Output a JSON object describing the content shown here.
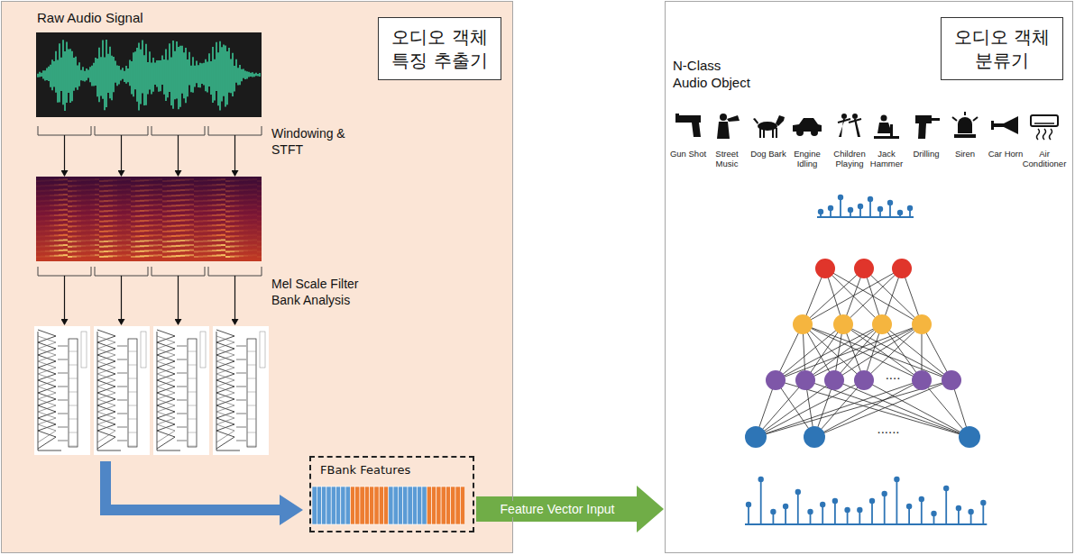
{
  "diagram": {
    "nodes": [
      {
        "text": [
          "Raw Audio Signal",
          "Windowing & STFT",
          "Mel Scale Filter Bank Analysis"
        ]
      },
      {
        "text": [
          "오디오 객체 특징 추출기"
        ],
        "in": 0
      },
      {
        "text": [
          "FBank Features"
        ],
        "in": 0
      },
      {
        "text": [
          "N-Class Audio Object"
        ]
      },
      {
        "text": [
          "오디오 객체 분류기"
        ],
        "in": 3
      }
    ],
    "edges": [
      {
        "from": 2,
        "to": 3,
        "arrow": "to",
        "label": "Feature Vector Input"
      }
    ],
    "labels": [
      "Gun Shot",
      "Street Music",
      "Dog Bark",
      "Engine Idling",
      "Children Playing",
      "Jack Hammer",
      "Drilling",
      "Siren",
      "Car Horn",
      "Air Conditioner",
      "....",
      "......"
    ]
  }
}
